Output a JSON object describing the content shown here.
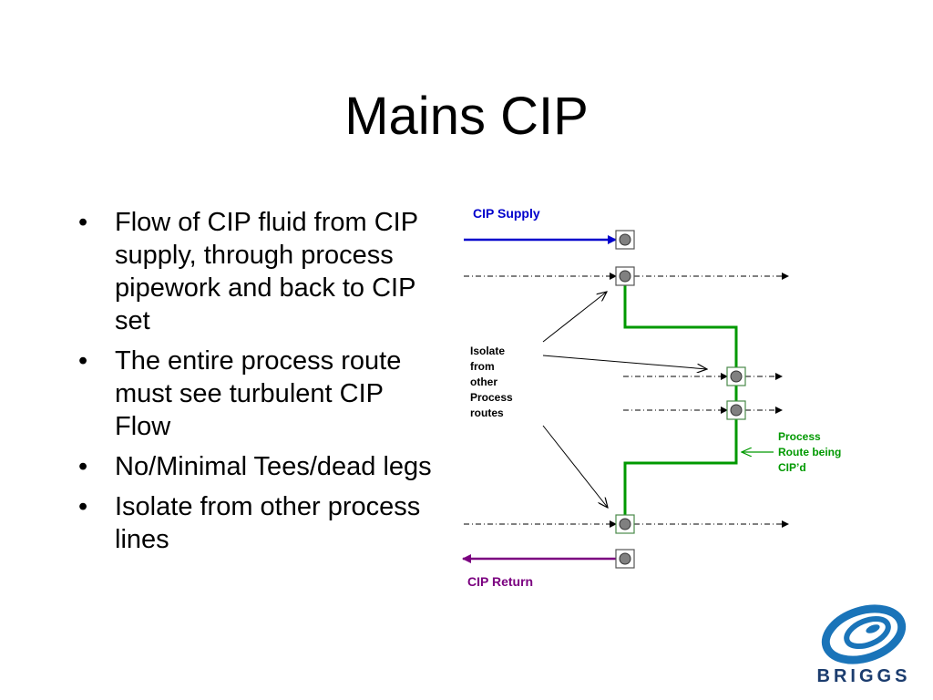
{
  "slide": {
    "title": "Mains CIP",
    "bullets": [
      "Flow of CIP fluid from CIP supply, through process pipework and back to CIP set",
      "The entire process route must see turbulent CIP Flow",
      "No/Minimal Tees/dead legs",
      "Isolate from other process lines"
    ],
    "bullet_glyph": "•"
  },
  "diagram": {
    "labels": {
      "supply": "CIP Supply",
      "return": "CIP Return",
      "isolate": [
        "Isolate",
        "from",
        "other",
        "Process",
        "routes"
      ],
      "process_route": [
        "Process",
        "Route being",
        "CIP’d"
      ]
    },
    "colors": {
      "supply": "#0000cc",
      "return": "#7b0080",
      "route": "#009900",
      "process_label": "#009900",
      "valve_fill": "#808080"
    }
  },
  "logo": {
    "text": "BRIGGS",
    "colors": {
      "swirl": "#1a74b9",
      "text": "#1b3c6e"
    }
  }
}
